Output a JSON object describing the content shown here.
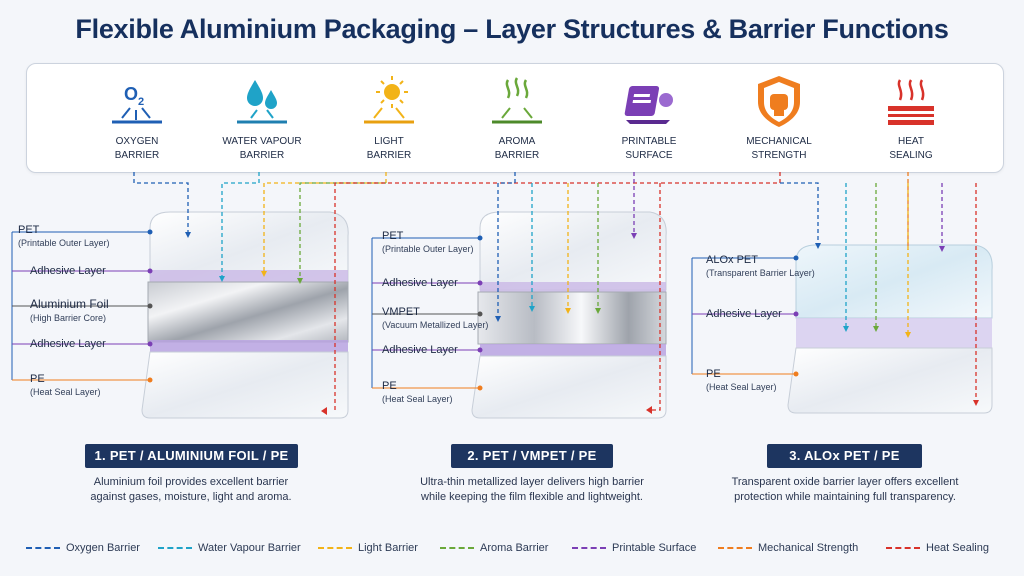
{
  "title": "Flexible Aluminium Packaging – Layer Structures & Barrier Functions",
  "functions": [
    {
      "label_line1": "OXYGEN",
      "label_line2": "BARRIER",
      "icon": "oxygen-icon",
      "color": "#1f5fb4"
    },
    {
      "label_line1": "WATER VAPOUR",
      "label_line2": "BARRIER",
      "icon": "water-drops-icon",
      "color": "#1fa3c8"
    },
    {
      "label_line1": "LIGHT",
      "label_line2": "BARRIER",
      "icon": "sun-icon",
      "color": "#f2b318"
    },
    {
      "label_line1": "AROMA",
      "label_line2": "BARRIER",
      "icon": "aroma-icon",
      "color": "#6aa83a"
    },
    {
      "label_line1": "PRINTABLE",
      "label_line2": "SURFACE",
      "icon": "printer-roll-icon",
      "color": "#7b3fb5"
    },
    {
      "label_line1": "MECHANICAL",
      "label_line2": "STRENGTH",
      "icon": "fist-shield-icon",
      "color": "#ef7d1f"
    },
    {
      "label_line1": "HEAT",
      "label_line2": "SEALING",
      "icon": "heat-seal-icon",
      "color": "#d8322a"
    }
  ],
  "structures": [
    {
      "title": "1. PET / ALUMINIUM FOIL / PE",
      "desc_line1": "Aluminium foil provides excellent barrier",
      "desc_line2": "against gases, moisture, light and aroma.",
      "layers": [
        {
          "main": "PET",
          "sub": "(Printable Outer Layer)"
        },
        {
          "main": "Adhesive Layer",
          "sub": ""
        },
        {
          "main": "Aluminium Foil",
          "sub": "(High Barrier Core)"
        },
        {
          "main": "Adhesive Layer",
          "sub": ""
        },
        {
          "main": "PE",
          "sub": "(Heat Seal Layer)"
        }
      ]
    },
    {
      "title": "2. PET / VMPET / PE",
      "desc_line1": "Ultra-thin metallized layer delivers high barrier",
      "desc_line2": "while keeping the film flexible and lightweight.",
      "layers": [
        {
          "main": "PET",
          "sub": "(Printable Outer Layer)"
        },
        {
          "main": "Adhesive Layer",
          "sub": ""
        },
        {
          "main": "VMPET",
          "sub": "(Vacuum Metallized Layer)"
        },
        {
          "main": "Adhesive Layer",
          "sub": ""
        },
        {
          "main": "PE",
          "sub": "(Heat Seal Layer)"
        }
      ]
    },
    {
      "title": "3. ALOx PET / PE",
      "desc_line1": "Transparent oxide barrier layer offers excellent",
      "desc_line2": "protection while maintaining full transparency.",
      "layers": [
        {
          "main": "ALOx PET",
          "sub": "(Transparent Barrier Layer)"
        },
        {
          "main": "Adhesive Layer",
          "sub": ""
        },
        {
          "main": "PE",
          "sub": "(Heat Seal Layer)"
        }
      ]
    }
  ],
  "legend": [
    {
      "label": "Oxygen Barrier",
      "color": "#1f5fb4"
    },
    {
      "label": "Water Vapour Barrier",
      "color": "#1fa3c8"
    },
    {
      "label": "Light Barrier",
      "color": "#f2b318"
    },
    {
      "label": "Aroma Barrier",
      "color": "#6aa83a"
    },
    {
      "label": "Printable Surface",
      "color": "#7b3fb5"
    },
    {
      "label": "Mechanical Strength",
      "color": "#ef7d1f"
    },
    {
      "label": "Heat Sealing",
      "color": "#d8322a"
    }
  ]
}
